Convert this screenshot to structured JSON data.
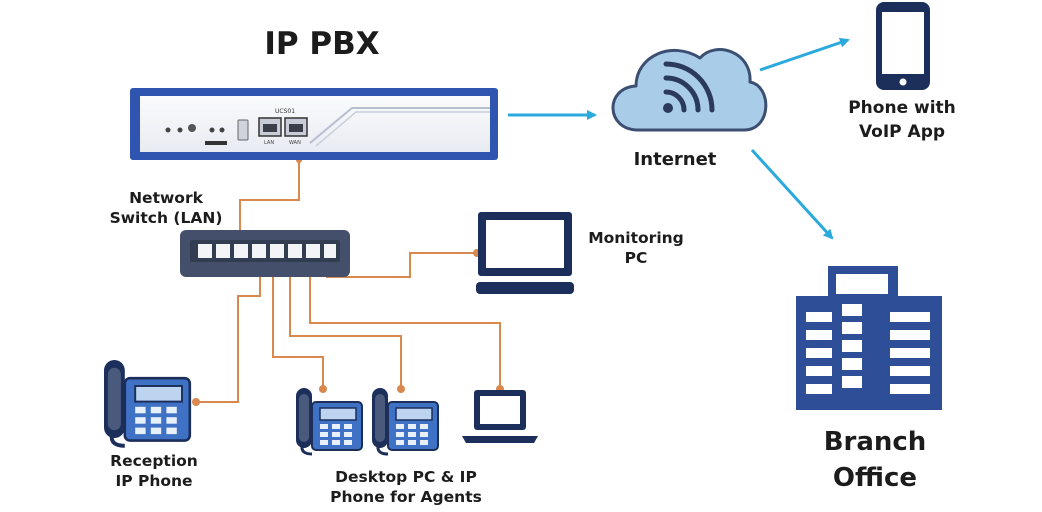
{
  "title": "IP PBX",
  "pbx_device": {
    "model_label": "UCS01",
    "port_labels": [
      "LAN",
      "WAN"
    ]
  },
  "labels": {
    "network_switch": [
      "Network",
      "Switch (LAN)"
    ],
    "internet": "Internet",
    "phone_voip": [
      "Phone with",
      "VoIP App"
    ],
    "monitoring_pc": [
      "Monitoring",
      "PC"
    ],
    "branch_office": [
      "Branch",
      "Office"
    ],
    "reception_phone": [
      "Reception",
      "IP Phone"
    ],
    "agents": [
      "Desktop PC & IP",
      "Phone for Agents"
    ]
  },
  "colors": {
    "device_blue": "#2f55b0",
    "icon_navy": "#1c2f5a",
    "phone_blue": "#3f72c4",
    "cloud_fill": "#a9cde8",
    "cloud_stroke": "#3b4f73",
    "arrow_cyan": "#2aa9dd",
    "cable_orange": "#d9884e",
    "building_blue": "#2e4f98",
    "switch_gray": "#44506b"
  },
  "icons": [
    "pbx-device",
    "cloud-wifi-icon",
    "smartphone-icon",
    "network-switch-icon",
    "monitor-icon",
    "building-icon",
    "desk-phone-icon",
    "laptop-icon"
  ]
}
